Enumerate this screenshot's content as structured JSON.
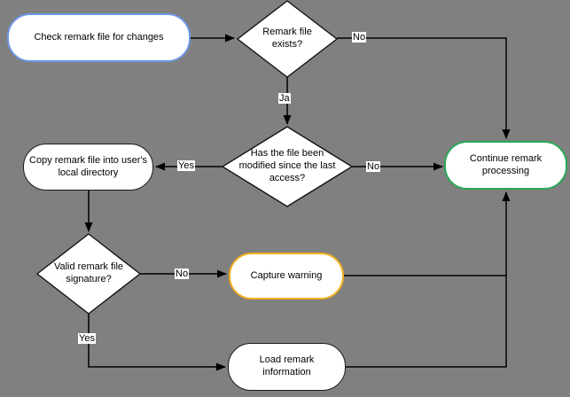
{
  "diagram": {
    "type": "flowchart",
    "background": "#808080",
    "colors": {
      "node_fill": "#ffffff",
      "edge": "#000000",
      "text": "#000000",
      "start_border_blue": "#6e96e6",
      "end_border_green": "#2aa85a",
      "warning_border_gold": "#f0af1e",
      "default_border": "#1a1a1a"
    },
    "nodes": [
      {
        "id": "check-remark-file",
        "shape": "rounded",
        "role": "start",
        "label": "Check remark file for changes"
      },
      {
        "id": "remark-file-exists",
        "shape": "diamond",
        "role": "decision",
        "label": "Remark file exists?"
      },
      {
        "id": "continue-remark-processing",
        "shape": "rounded",
        "role": "end",
        "label": "Continue remark processing"
      },
      {
        "id": "file-modified-since-last-access",
        "shape": "diamond",
        "role": "decision",
        "label": "Has the file been modified since the last access?"
      },
      {
        "id": "copy-remark-file",
        "shape": "rounded",
        "role": "process",
        "label": "Copy remark file into user's local directory"
      },
      {
        "id": "valid-remark-file-signature",
        "shape": "diamond",
        "role": "decision",
        "label": "Valid remark file signature?"
      },
      {
        "id": "capture-warning",
        "shape": "rounded",
        "role": "warning",
        "label": "Capture warning"
      },
      {
        "id": "load-remark-information",
        "shape": "rounded",
        "role": "process",
        "label": "Load remark information"
      }
    ],
    "edges": [
      {
        "from": "check-remark-file",
        "to": "remark-file-exists",
        "label": ""
      },
      {
        "from": "remark-file-exists",
        "to": "continue-remark-processing",
        "label": "No"
      },
      {
        "from": "remark-file-exists",
        "to": "file-modified-since-last-access",
        "label": "Ja"
      },
      {
        "from": "file-modified-since-last-access",
        "to": "copy-remark-file",
        "label": "Yes"
      },
      {
        "from": "file-modified-since-last-access",
        "to": "continue-remark-processing",
        "label": "No"
      },
      {
        "from": "copy-remark-file",
        "to": "valid-remark-file-signature",
        "label": ""
      },
      {
        "from": "valid-remark-file-signature",
        "to": "capture-warning",
        "label": "No"
      },
      {
        "from": "valid-remark-file-signature",
        "to": "load-remark-information",
        "label": "Yes"
      },
      {
        "from": "capture-warning",
        "to": "continue-remark-processing",
        "label": ""
      },
      {
        "from": "load-remark-information",
        "to": "continue-remark-processing",
        "label": ""
      }
    ]
  }
}
